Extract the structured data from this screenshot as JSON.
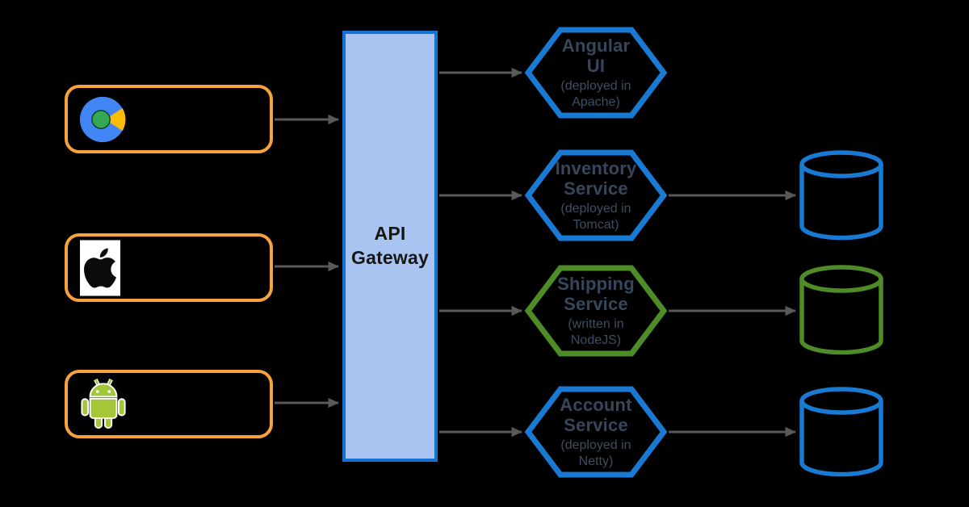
{
  "colors": {
    "background": "#000000",
    "client_border": "#F8A23D",
    "blue": "#187AD2",
    "green": "#4E8C28",
    "gateway_fill": "#A9C4F1",
    "gateway_border": "#1273D2",
    "arrow": "#595959",
    "service_title_text": "#37465A",
    "gateway_text": "#161616",
    "browser_icon_blue": "#4285F4",
    "browser_icon_green": "#34A853",
    "browser_icon_yellow": "#FBBC05",
    "android_green": "#A4C639"
  },
  "clients": [
    {
      "id": "web-client",
      "icon": "browser-icon"
    },
    {
      "id": "ios-client",
      "icon": "apple-icon"
    },
    {
      "id": "android-client",
      "icon": "android-icon"
    }
  ],
  "gateway": {
    "label": "API\nGateway"
  },
  "services": [
    {
      "title": "Angular\nUI",
      "sub": "(deployed in\nApache)",
      "accent": "blue"
    },
    {
      "title": "Inventory\nService",
      "sub": "(deployed in\nTomcat)",
      "accent": "blue"
    },
    {
      "title": "Shipping\nService",
      "sub": "(written in\nNodeJS)",
      "accent": "green"
    },
    {
      "title": "Account\nService",
      "sub": "(deployed in\nNetty)",
      "accent": "blue"
    }
  ],
  "databases": [
    {
      "attached_to": "Inventory Service",
      "color": "blue"
    },
    {
      "attached_to": "Shipping Service",
      "color": "green"
    },
    {
      "attached_to": "Account Service",
      "color": "blue"
    }
  ],
  "connections": [
    {
      "from": "web-client",
      "to": "API Gateway"
    },
    {
      "from": "ios-client",
      "to": "API Gateway"
    },
    {
      "from": "android-client",
      "to": "API Gateway"
    },
    {
      "from": "API Gateway",
      "to": "Angular UI"
    },
    {
      "from": "API Gateway",
      "to": "Inventory Service"
    },
    {
      "from": "API Gateway",
      "to": "Shipping Service"
    },
    {
      "from": "API Gateway",
      "to": "Account Service"
    },
    {
      "from": "Inventory Service",
      "to": "database-1"
    },
    {
      "from": "Shipping Service",
      "to": "database-2"
    },
    {
      "from": "Account Service",
      "to": "database-3"
    }
  ]
}
